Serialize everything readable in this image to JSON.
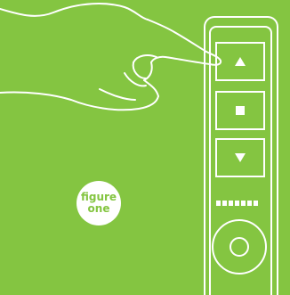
{
  "colors": {
    "background": "#84c541",
    "foreground": "#ffffff"
  },
  "badge": {
    "line1": "figure",
    "line2": "one"
  },
  "remote": {
    "buttons": [
      {
        "icon": "up-arrow-icon"
      },
      {
        "icon": "stop-icon"
      },
      {
        "icon": "down-arrow-icon"
      }
    ],
    "level_segments": 7,
    "level_filled": 7
  }
}
